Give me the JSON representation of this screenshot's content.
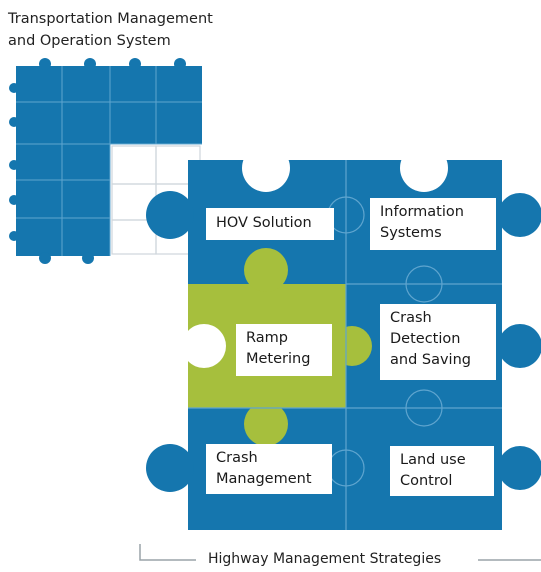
{
  "title": {
    "line1": "Transportation Management",
    "line2": "and Operation System"
  },
  "pieces": {
    "hov": {
      "line1": "HOV Solution"
    },
    "info": {
      "line1": "Information",
      "line2": "Systems"
    },
    "ramp": {
      "line1": "Ramp",
      "line2": "Metering"
    },
    "crash_detect": {
      "line1": "Crash",
      "line2": "Detection",
      "line3": "and Saving"
    },
    "crash_mgmt": {
      "line1": "Crash",
      "line2": "Management"
    },
    "landuse": {
      "line1": "Land use",
      "line2": "Control"
    }
  },
  "footer": {
    "label": "Highway Management Strategies"
  },
  "colors": {
    "blue": "#1576ae",
    "green": "#a6bf3d",
    "outline": "#cfd6dc"
  }
}
